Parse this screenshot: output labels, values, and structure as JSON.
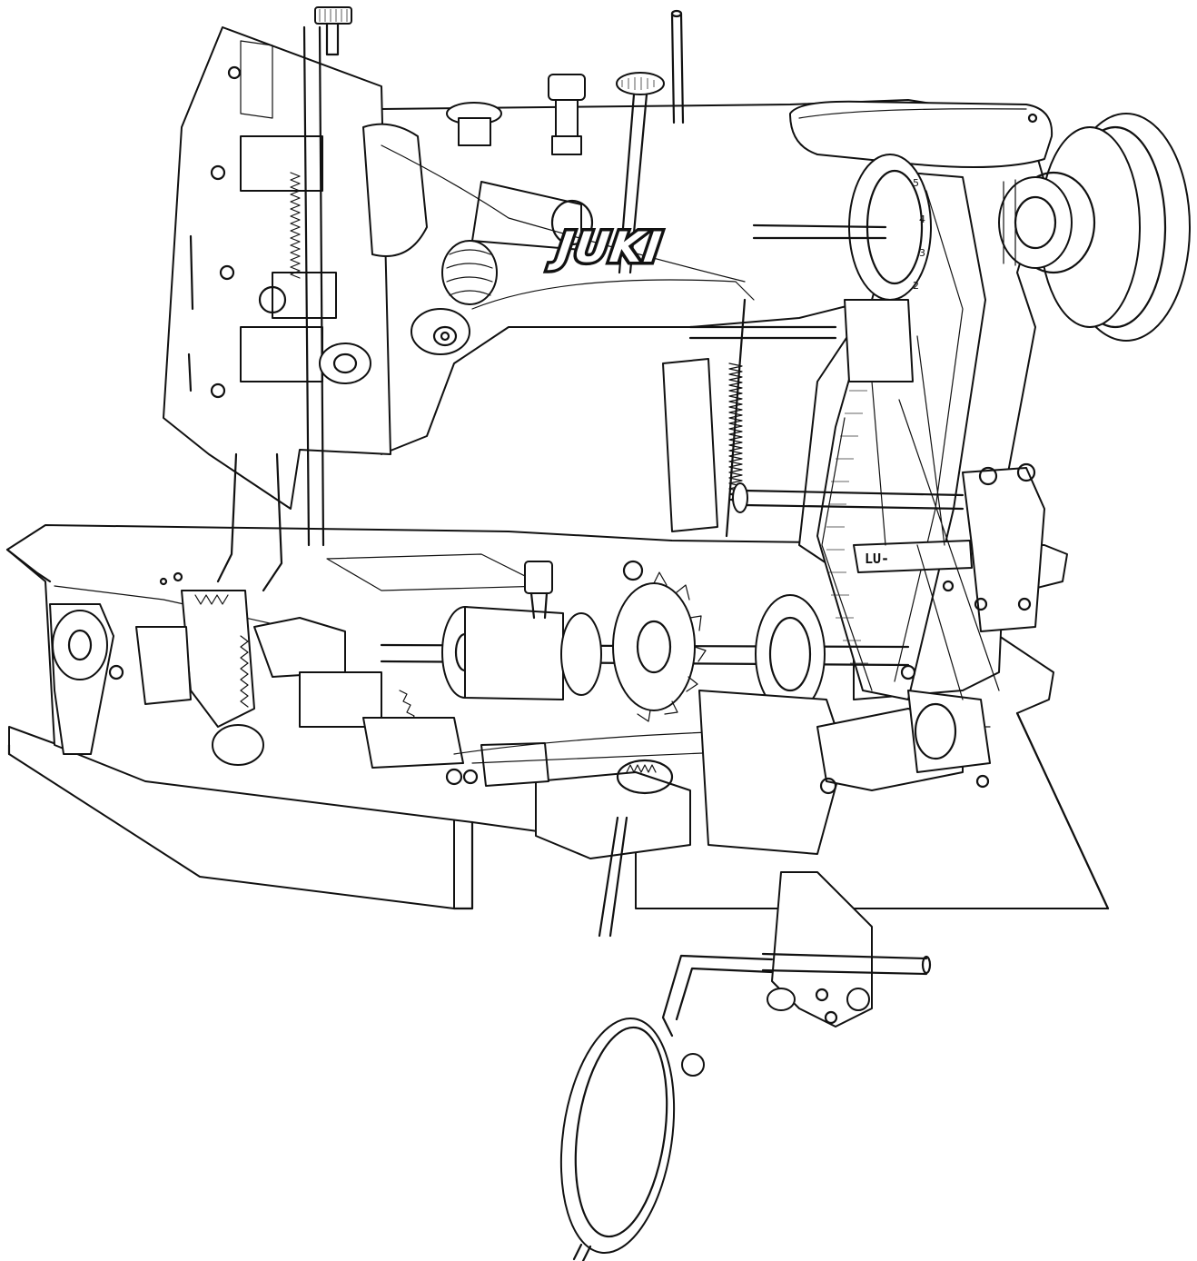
{
  "diagram": {
    "brand_text": "JUKI",
    "label_plate_text": "LU-",
    "dial_numbers": [
      "5",
      "4",
      "3",
      "2"
    ]
  },
  "colors": {
    "ink": "#111111",
    "paper": "#ffffff"
  }
}
